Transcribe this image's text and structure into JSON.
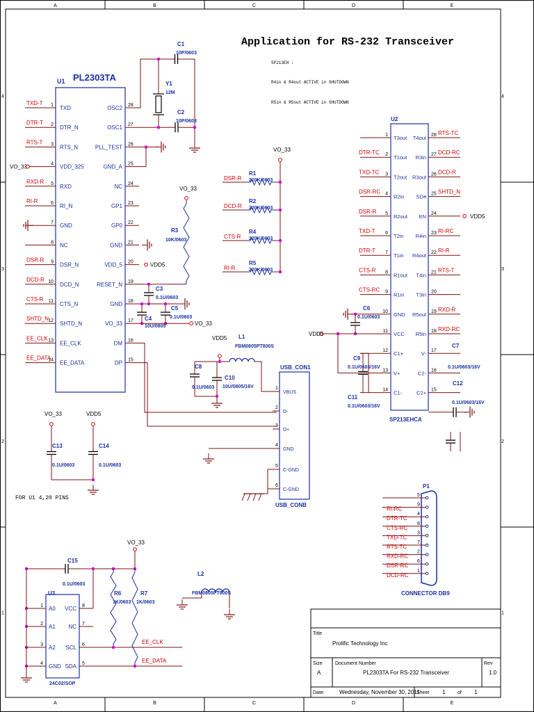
{
  "frame": {
    "col_labels": [
      "A",
      "B",
      "C",
      "D",
      "E"
    ],
    "row_labels_top_down": [
      "4",
      "3",
      "2",
      "1"
    ]
  },
  "header": {
    "title": "Application for RS-232 Transceiver",
    "note1": "SP213EH :",
    "note2": "R4in & R4out ACTIVE in SHUTDOWN",
    "note3": "R5in & R5out ACTIVE in SHUTDOWN"
  },
  "u1": {
    "ref": "U1",
    "name": "PL2303TA",
    "left_pins": [
      {
        "num": "1",
        "name": "TXD",
        "net": "TXD-T"
      },
      {
        "num": "2",
        "name": "DTR_N",
        "net": "DTR-T"
      },
      {
        "num": "3",
        "name": "RTS_N",
        "net": "RTS-T"
      },
      {
        "num": "4",
        "name": "VDD_325",
        "net": "VO_33"
      },
      {
        "num": "5",
        "name": "RXD",
        "net": "RXD-R"
      },
      {
        "num": "6",
        "name": "RI_N",
        "net": "RI-R"
      },
      {
        "num": "7",
        "name": "GND",
        "net": ""
      },
      {
        "num": "8",
        "name": "NC",
        "net": ""
      },
      {
        "num": "9",
        "name": "DSR_N",
        "net": "DSR-R"
      },
      {
        "num": "10",
        "name": "DCD_N",
        "net": "DCD-R"
      },
      {
        "num": "11",
        "name": "CTS_N",
        "net": "CTS-R"
      },
      {
        "num": "12",
        "name": "SHTD_N",
        "net": "SHTD_N"
      },
      {
        "num": "13",
        "name": "EE_CLK",
        "net": "EE_CLK"
      },
      {
        "num": "14",
        "name": "EE_DATA",
        "net": "EE_DATA"
      }
    ],
    "right_pins": [
      {
        "num": "28",
        "name": "OSC2"
      },
      {
        "num": "27",
        "name": "OSC1"
      },
      {
        "num": "26",
        "name": "PLL_TEST"
      },
      {
        "num": "25",
        "name": "GND_A"
      },
      {
        "num": "24",
        "name": "NC"
      },
      {
        "num": "23",
        "name": "GP1"
      },
      {
        "num": "22",
        "name": "GP0"
      },
      {
        "num": "21",
        "name": "GND"
      },
      {
        "num": "20",
        "name": "VDD_5"
      },
      {
        "num": "19",
        "name": "RESET_N"
      },
      {
        "num": "18",
        "name": "GND"
      },
      {
        "num": "17",
        "name": "VO_33"
      },
      {
        "num": "16",
        "name": "DM"
      },
      {
        "num": "15",
        "name": "DP"
      }
    ]
  },
  "u2": {
    "ref": "U2",
    "name": "SP213EHCA",
    "left_pins": [
      {
        "num": "1",
        "name": "T3out",
        "net": ""
      },
      {
        "num": "2",
        "name": "T1out",
        "net": "DTR-TC"
      },
      {
        "num": "3",
        "name": "T2out",
        "net": "TXD-TC"
      },
      {
        "num": "4",
        "name": "R2in",
        "net": "DSR-RC"
      },
      {
        "num": "5",
        "name": "R2out",
        "net": "DSR-R"
      },
      {
        "num": "6",
        "name": "T2in",
        "net": "TXD-T"
      },
      {
        "num": "7",
        "name": "T1in",
        "net": "DTR-T"
      },
      {
        "num": "8",
        "name": "R1out",
        "net": "CTS-R"
      },
      {
        "num": "9",
        "name": "R1in",
        "net": "CTS-RC"
      },
      {
        "num": "10",
        "name": "GND",
        "net": ""
      },
      {
        "num": "11",
        "name": "VCC",
        "net": "VDD5"
      },
      {
        "num": "12",
        "name": "C1+",
        "net": ""
      },
      {
        "num": "13",
        "name": "V+",
        "net": ""
      },
      {
        "num": "14",
        "name": "C1-",
        "net": ""
      }
    ],
    "right_pins": [
      {
        "num": "28",
        "name": "T4out",
        "net": "RTS-TC"
      },
      {
        "num": "27",
        "name": "R3in",
        "net": "DCD-RC"
      },
      {
        "num": "26",
        "name": "R3out",
        "net": "DCD-R"
      },
      {
        "num": "25",
        "name": "SD#",
        "net": "SHTD_N"
      },
      {
        "num": "24",
        "name": "EN",
        "net": "VDD5"
      },
      {
        "num": "23",
        "name": "R4in",
        "net": "RI-RC"
      },
      {
        "num": "22",
        "name": "R4out",
        "net": "RI-R"
      },
      {
        "num": "21",
        "name": "T4in",
        "net": "RTS-T"
      },
      {
        "num": "20",
        "name": "T3in",
        "net": ""
      },
      {
        "num": "19",
        "name": "R5out",
        "net": "RXD-R"
      },
      {
        "num": "18",
        "name": "R5in",
        "net": "RXD-RC"
      },
      {
        "num": "17",
        "name": "V-",
        "net": ""
      },
      {
        "num": "16",
        "name": "C2-",
        "net": ""
      },
      {
        "num": "15",
        "name": "C2+",
        "net": ""
      }
    ]
  },
  "crystal": {
    "ref": "Y1",
    "value": "12M"
  },
  "c1": {
    "ref": "C1",
    "value": "10P/0603"
  },
  "c2": {
    "ref": "C2",
    "value": "10P/0603"
  },
  "c3": {
    "ref": "C3",
    "value": "0.1U/0603"
  },
  "c4": {
    "ref": "C4",
    "value": "10U/0805"
  },
  "c5": {
    "ref": "C5",
    "value": "0.1U/0603"
  },
  "c6": {
    "ref": "C6",
    "value": "0.1U/0603"
  },
  "c7": {
    "ref": "C7",
    "value": "0.1U/0603/16V"
  },
  "c8": {
    "ref": "C8",
    "value": "0.1U/0603"
  },
  "c9": {
    "ref": "C9",
    "value": "0.1U/0603/16V"
  },
  "c10": {
    "ref": "C10",
    "value": "10U/0805/16V"
  },
  "c11": {
    "ref": "C11",
    "value": "0.1U/0603/16V"
  },
  "c12": {
    "ref": "C12",
    "value": "0.1U/0603/16V"
  },
  "c13": {
    "ref": "C13",
    "value": "0.1U/0603"
  },
  "c14": {
    "ref": "C14",
    "value": "0.1U/0603"
  },
  "c15": {
    "ref": "C15",
    "value": "0.1U/0603"
  },
  "r1": {
    "ref": "R1",
    "value": "220K/0603",
    "net": "DSR-R"
  },
  "r2": {
    "ref": "R2",
    "value": "220K/0603",
    "net": "DCD-R"
  },
  "r4": {
    "ref": "R4",
    "value": "220K/0603",
    "net": "CTS-R"
  },
  "r5": {
    "ref": "R5",
    "value": "220K/0603",
    "net": "RI-R"
  },
  "r3": {
    "ref": "R3",
    "value": "10K/0603"
  },
  "r6": {
    "ref": "R6",
    "value": "1K/0603"
  },
  "r7": {
    "ref": "R7",
    "value": "1K/0603"
  },
  "l1": {
    "ref": "L1",
    "value": "FBM0805PT800S"
  },
  "l2": {
    "ref": "L2",
    "value": "FBM0805PT800S"
  },
  "nets": {
    "vo33": "VO_33",
    "vdd5": "VDD5",
    "ee_clk": "EE_CLK",
    "ee_data": "EE_DATA"
  },
  "usb": {
    "ref_top": "USB_CON1",
    "ref_bottom": "USB_CONB",
    "pins": [
      {
        "num": "1",
        "name": "VBUS"
      },
      {
        "num": "2",
        "name": "D-"
      },
      {
        "num": "3",
        "name": "D+"
      },
      {
        "num": "4",
        "name": "GND"
      },
      {
        "num": "5",
        "name": "C-GND"
      },
      {
        "num": "6",
        "name": "C-GND"
      }
    ]
  },
  "u3": {
    "ref": "U3",
    "name": "24C02/SOP",
    "left_pins": [
      {
        "num": "1",
        "name": "A0"
      },
      {
        "num": "2",
        "name": "A1"
      },
      {
        "num": "3",
        "name": "A2"
      },
      {
        "num": "4",
        "name": "GND"
      }
    ],
    "right_pins": [
      {
        "num": "8",
        "name": "VCC"
      },
      {
        "num": "7",
        "name": "NC"
      },
      {
        "num": "6",
        "name": "SCL"
      },
      {
        "num": "5",
        "name": "SDA"
      }
    ]
  },
  "p1": {
    "ref": "P1",
    "name": "CONNECTOR DB9",
    "pins": [
      {
        "num": "5",
        "net": ""
      },
      {
        "num": "9",
        "net": "RI-RC"
      },
      {
        "num": "4",
        "net": "DTR-TC"
      },
      {
        "num": "8",
        "net": "CTS-RC"
      },
      {
        "num": "3",
        "net": "TXD-TC"
      },
      {
        "num": "7",
        "net": "RTS-TC"
      },
      {
        "num": "2",
        "net": "RXD-RC"
      },
      {
        "num": "6",
        "net": "DSR-RC"
      },
      {
        "num": "1",
        "net": "DCD-RC"
      }
    ]
  },
  "note_u1": "FOR U1  4,20 PINS",
  "title_block": {
    "title_label": "Title",
    "company": "Prolific Technology Inc",
    "size_label": "Size",
    "size": "A",
    "doc_label": "Document Number",
    "doc": "PL2303TA For RS-232 Transceiver",
    "rev_label": "Rev",
    "rev": "1.0",
    "date_label": "Date:",
    "date": "Wednesday, November 30, 2011",
    "sheet_label": "Sheet",
    "sheet": "1",
    "of_label": "of",
    "of": "1"
  },
  "colors": {
    "wire": "#7a1010",
    "net": "#d00000",
    "pin": "#d00000",
    "body": "#1a2fa0",
    "dot": "#d000d0"
  }
}
